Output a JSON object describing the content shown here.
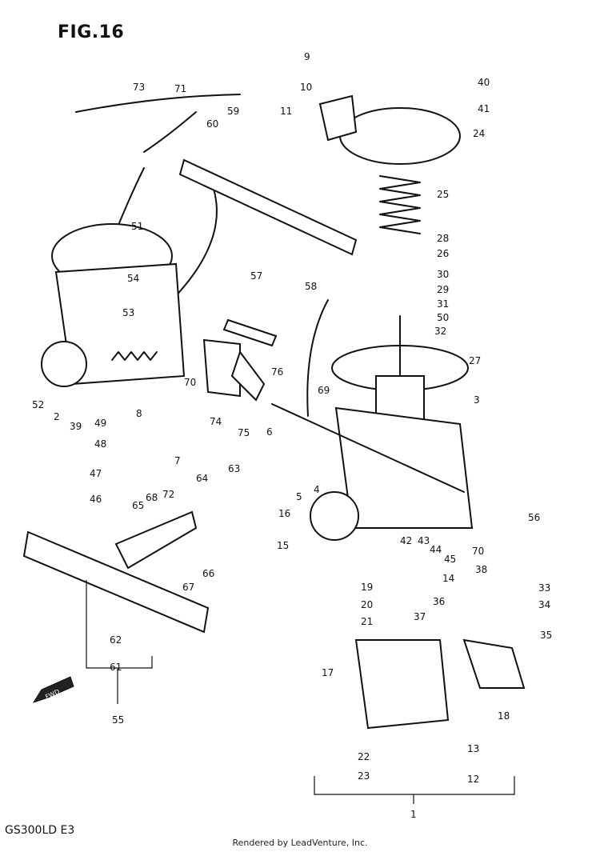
{
  "figure_title": "FIG.16",
  "model_code": "GS300LD E3",
  "footer_text": "Rendered by LeadVenture, Inc.",
  "fwd_label": "FWD",
  "callouts": [
    "1",
    "2",
    "3",
    "4",
    "5",
    "6",
    "7",
    "8",
    "9",
    "10",
    "11",
    "12",
    "13",
    "14",
    "15",
    "16",
    "17",
    "18",
    "19",
    "20",
    "21",
    "22",
    "23",
    "24",
    "25",
    "26",
    "27",
    "28",
    "29",
    "30",
    "31",
    "32",
    "33",
    "34",
    "35",
    "36",
    "37",
    "38",
    "39",
    "40",
    "41",
    "42",
    "43",
    "44",
    "45",
    "46",
    "47",
    "48",
    "49",
    "50",
    "51",
    "52",
    "53",
    "54",
    "55",
    "56",
    "57",
    "58",
    "59",
    "60",
    "61",
    "62",
    "63",
    "64",
    "65",
    "66",
    "67",
    "68",
    "69",
    "70",
    "70",
    "71",
    "72",
    "73",
    "74",
    "75",
    "76"
  ]
}
